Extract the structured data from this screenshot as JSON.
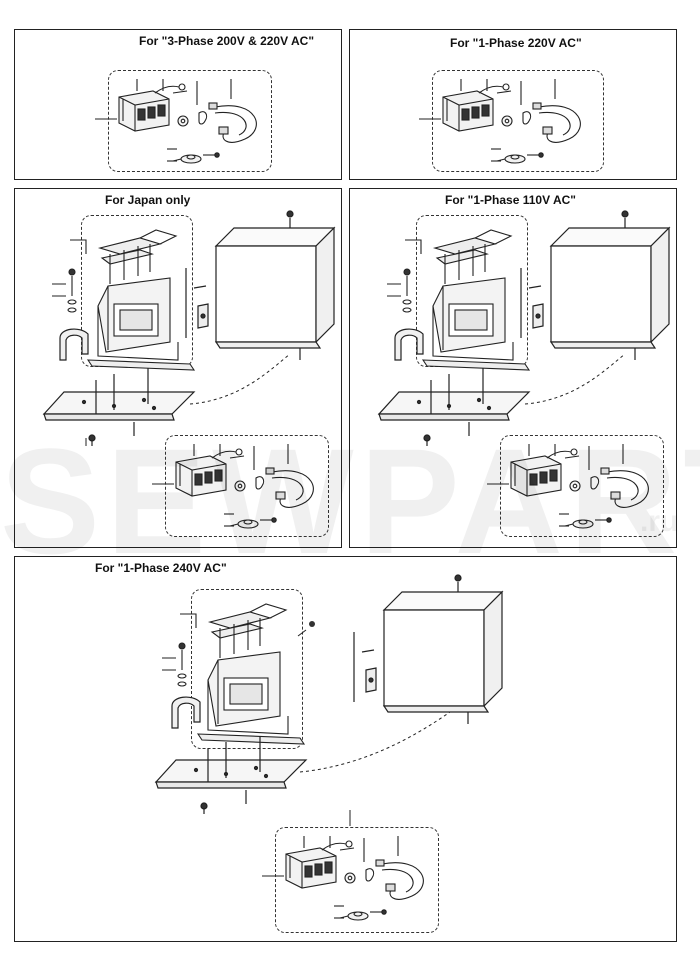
{
  "panels": {
    "p1": {
      "title": "For \"3-Phase 200V & 220V AC\""
    },
    "p2": {
      "title": "For \"1-Phase 220V AC\""
    },
    "p3": {
      "title": "For Japan only"
    },
    "p4": {
      "title": "For \"1-Phase 110V AC\""
    },
    "p5": {
      "title": "For \"1-Phase 240V AC\""
    }
  },
  "watermark": {
    "text": "SEWPARTS",
    "suffix": ".ru"
  },
  "colors": {
    "line": "#222222",
    "background": "#ffffff"
  }
}
